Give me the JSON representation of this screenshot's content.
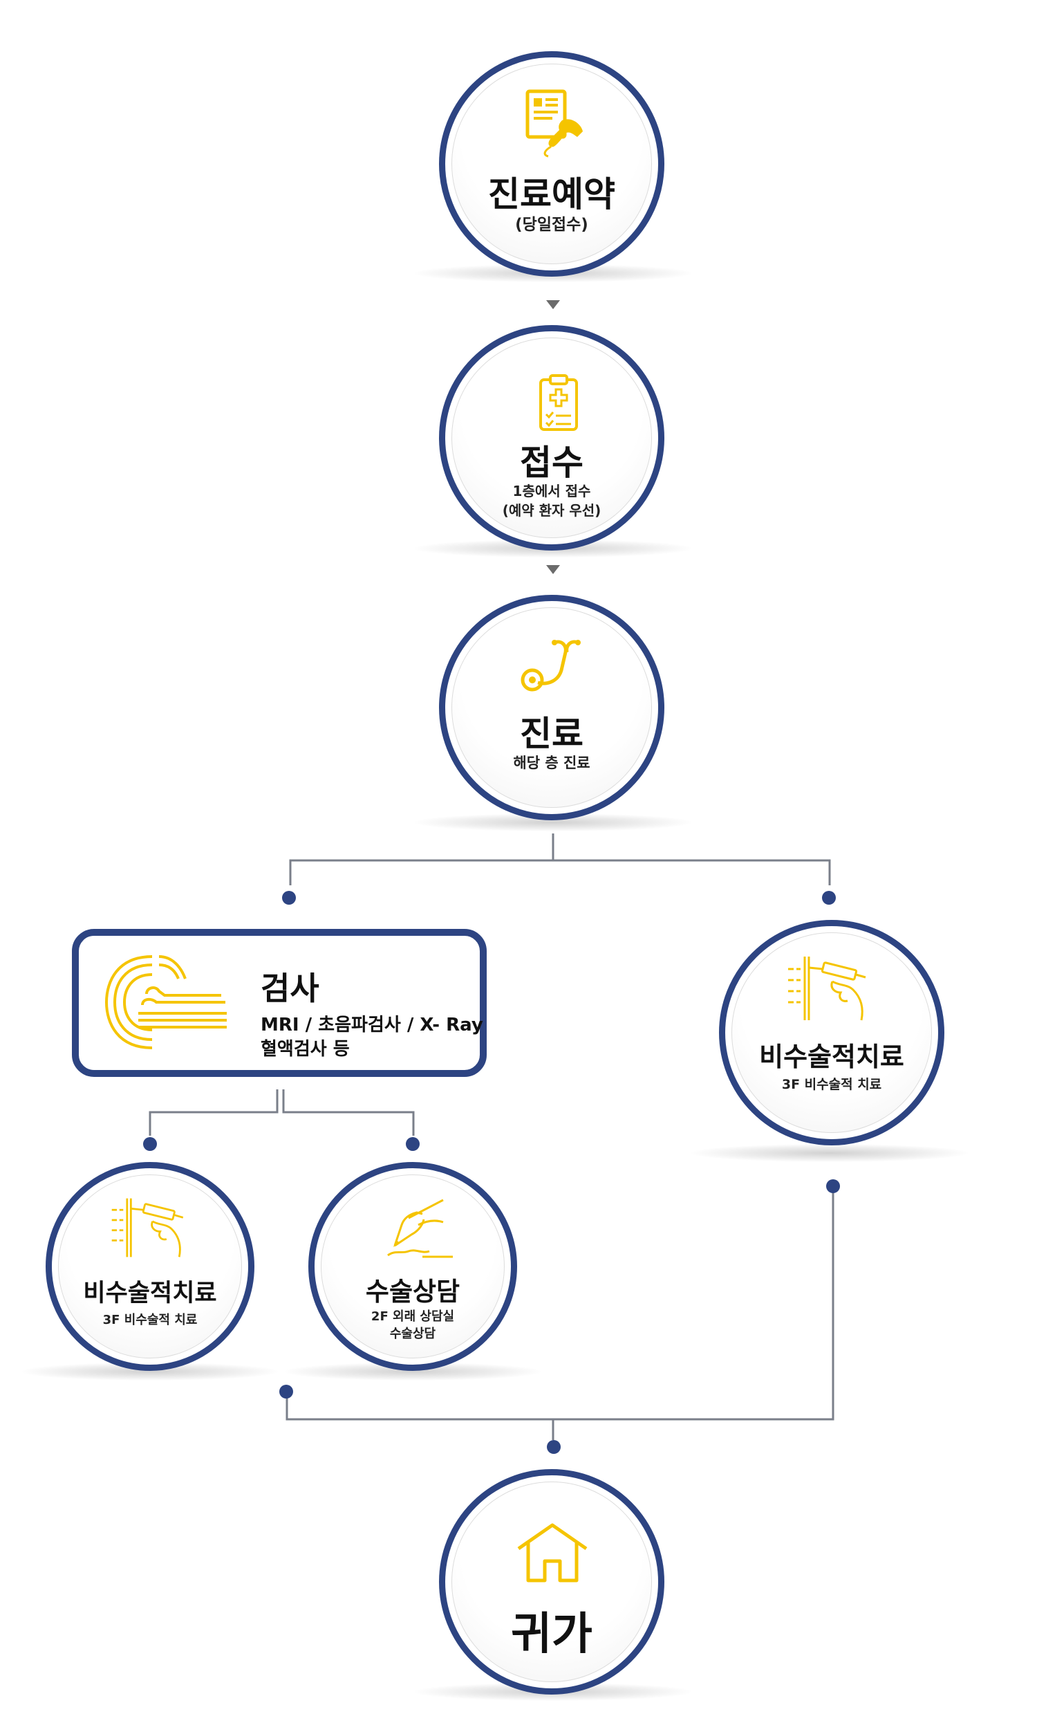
{
  "colors": {
    "navy": "#2d4482",
    "accent": "#f5c400",
    "connector": "#7a7f8a",
    "arrow": "#6b6b6b"
  },
  "steps": {
    "reservation": {
      "title": "진료예약",
      "sub": "(당일접수)",
      "icon": "document-phone-icon"
    },
    "reception": {
      "title": "접수",
      "sub1": "1층에서 접수",
      "sub2": "(예약 환자 우선)",
      "icon": "clipboard-medical-icon"
    },
    "treatment": {
      "title": "진료",
      "sub": "해당 층 진료",
      "icon": "stethoscope-icon"
    },
    "exam": {
      "title": "검사",
      "sub1": "MRI / 초음파검사 / X- Ray",
      "sub2": "혈액검사 등",
      "icon": "mri-scanner-icon"
    },
    "nonsurgical_right": {
      "title": "비수술적치료",
      "sub": "3F 비수술적 치료",
      "icon": "syringe-hand-icon"
    },
    "nonsurgical_left": {
      "title": "비수술적치료",
      "sub": "3F 비수술적 치료",
      "icon": "syringe-hand-icon"
    },
    "consult": {
      "title": "수술상담",
      "sub1": "2F 외래 상담실",
      "sub2": "수술상담",
      "icon": "pen-signature-icon"
    },
    "home": {
      "title": "귀가",
      "icon": "house-icon"
    }
  }
}
